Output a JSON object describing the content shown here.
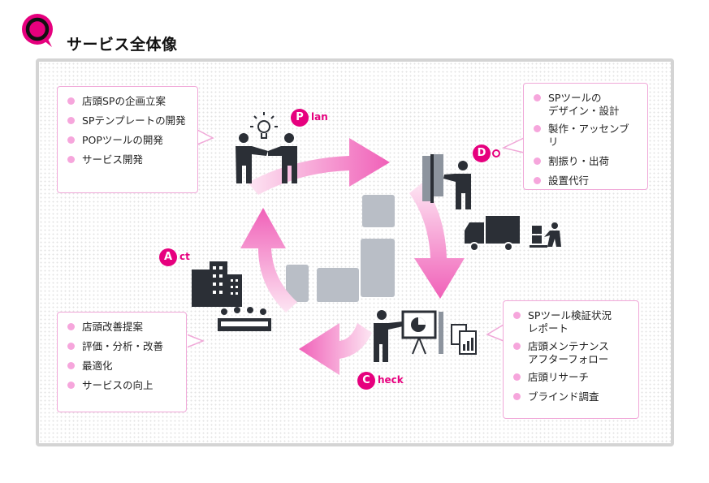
{
  "header": {
    "title": "サービス全体像",
    "icon": "speech-bubble-icon",
    "accent": "#e6007e"
  },
  "colors": {
    "accent": "#e6007e",
    "bullet": "#f6a6dc",
    "box_border": "#f0a8d8",
    "arrow_light": "#fde6f3",
    "panel_border": "#d4d4d4",
    "icon_dark": "#2b2f36"
  },
  "phases": {
    "plan": {
      "letter": "P",
      "rest": "lan"
    },
    "do": {
      "letter": "D",
      "rest": ""
    },
    "check": {
      "letter": "C",
      "rest": "heck"
    },
    "act": {
      "letter": "A",
      "rest": "ct"
    }
  },
  "boxes": {
    "plan": [
      "店頭SPの企画立案",
      "SPテンプレートの開発",
      "POPツールの開発",
      "サービス開発"
    ],
    "do": [
      [
        "SPツールの",
        "デザイン・設計"
      ],
      [
        "製作・アッセンブリ"
      ],
      [
        "割振り・出荷"
      ],
      [
        "設置代行"
      ]
    ],
    "check": [
      [
        "SPツール検証状況",
        "レポート"
      ],
      [
        "店頭メンテナンス",
        "アフターフォロー"
      ],
      [
        "店頭リサーチ"
      ],
      [
        "ブラインド調査"
      ]
    ],
    "act": [
      "店頭改善提案",
      "評価・分析・改善",
      "最適化",
      "サービスの向上"
    ]
  },
  "icons": [
    "lightbulb-icon",
    "handshake-people-icon",
    "display-stand-icon",
    "presenter-icon",
    "delivery-truck-icon",
    "worker-boxes-icon",
    "presentation-board-icon",
    "report-document-icon",
    "office-building-icon",
    "meeting-table-icon",
    "japan-map-icon"
  ]
}
